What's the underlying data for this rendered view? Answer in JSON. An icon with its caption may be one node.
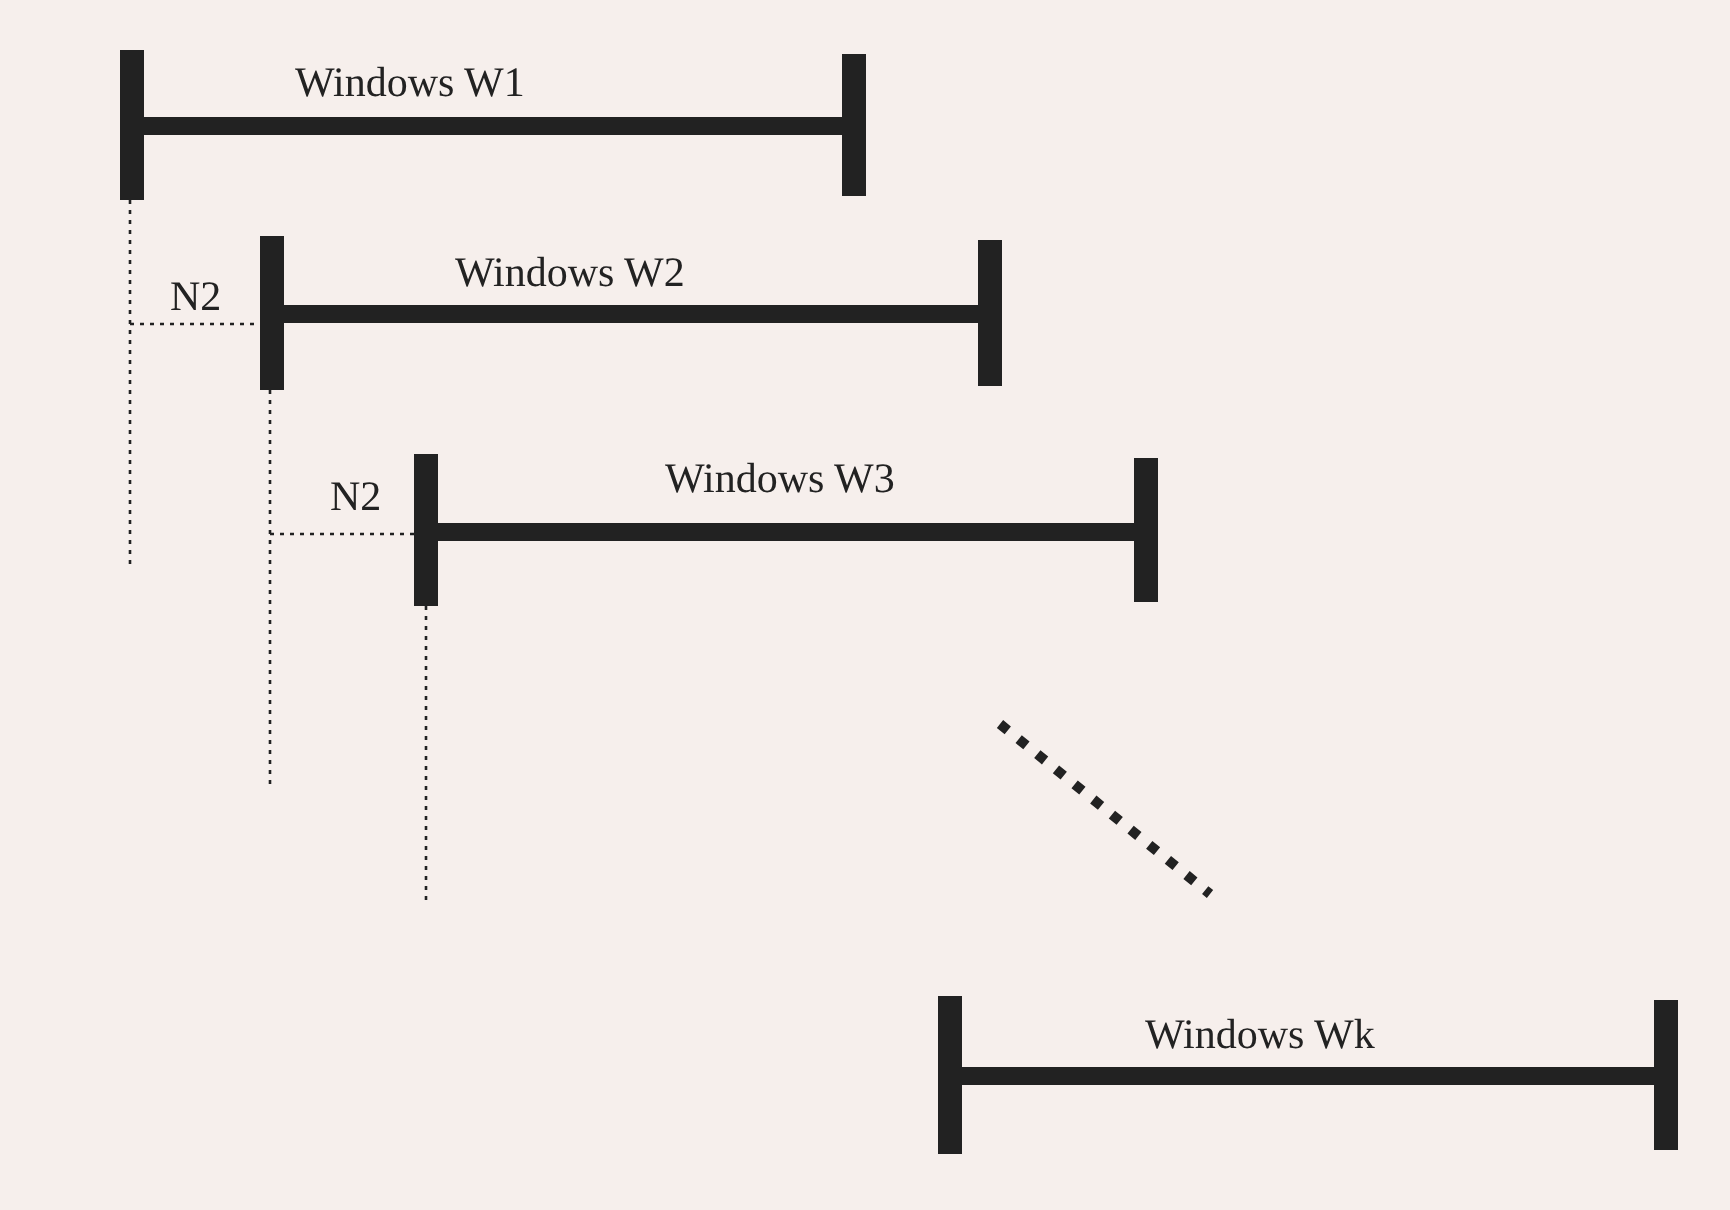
{
  "diagram": {
    "labels": [
      "Windows W1",
      "N2",
      "Windows W2",
      "N2",
      "Windows W3",
      "Windows Wk"
    ]
  }
}
